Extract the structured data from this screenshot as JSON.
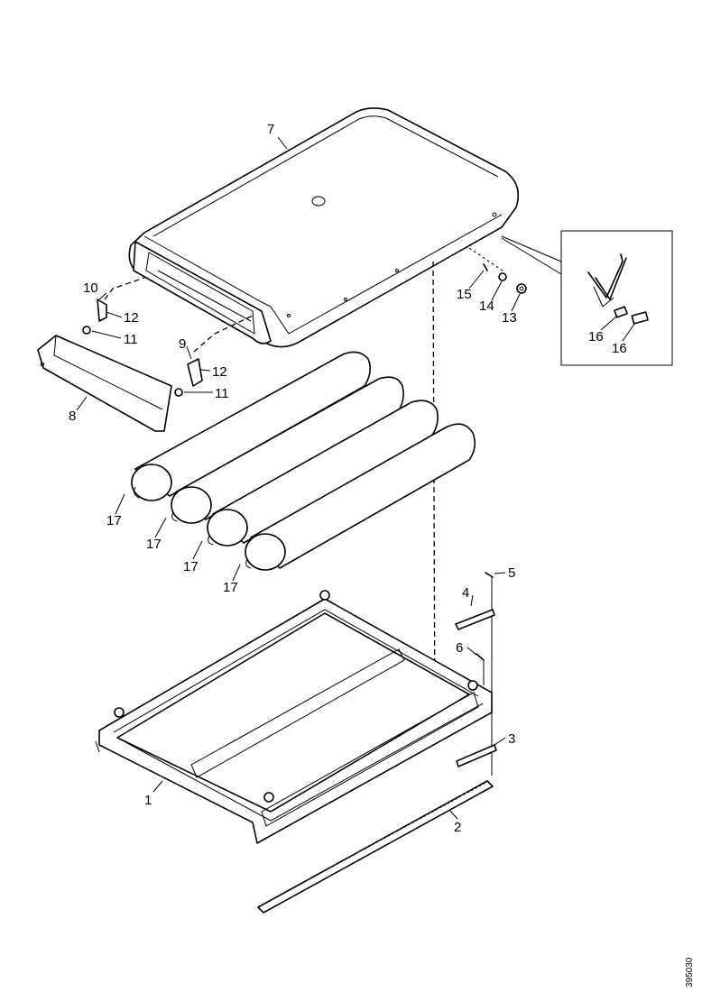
{
  "diagram": {
    "reference_code": "395030",
    "labels": {
      "p1": "1",
      "p2": "2",
      "p3": "3",
      "p4": "4",
      "p5": "5",
      "p6": "6",
      "p7": "7",
      "p8": "8",
      "p9": "9",
      "p10": "10",
      "p11a": "11",
      "p11b": "11",
      "p12a": "12",
      "p12b": "12",
      "p13": "13",
      "p14": "14",
      "p15": "15",
      "p16a": "16",
      "p16b": "16",
      "p17a": "17",
      "p17b": "17",
      "p17c": "17",
      "p17d": "17"
    }
  }
}
